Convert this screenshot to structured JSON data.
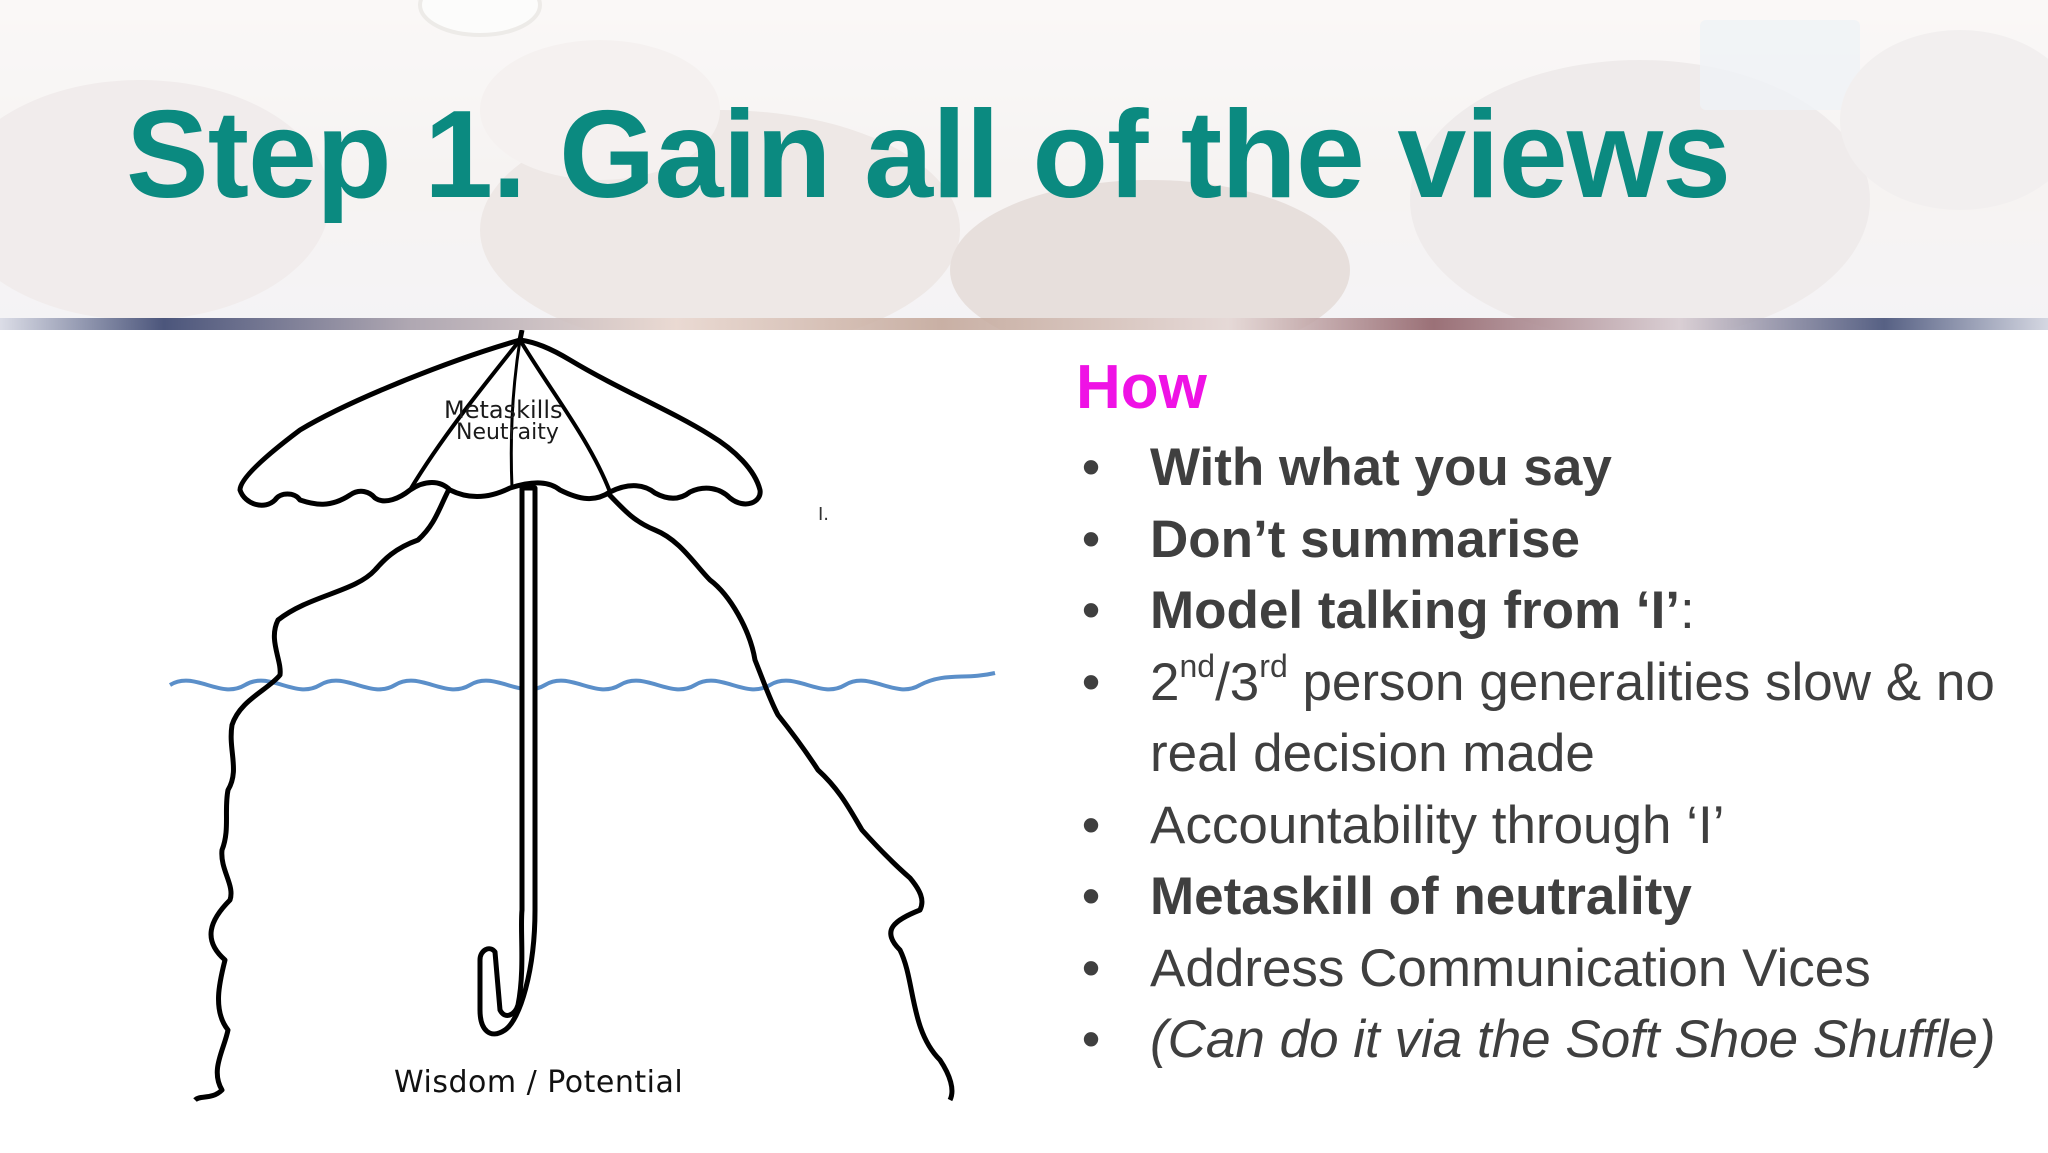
{
  "slide": {
    "title": "Step 1. Gain all of the views"
  },
  "illustration": {
    "umbrella_label_line1": "Metaskills",
    "umbrella_label_line2": "Neutraity",
    "caption": "Wisdom / Potential",
    "stray_mark": "I."
  },
  "how": {
    "heading": "How",
    "bullets": [
      {
        "text": "With what you say"
      },
      {
        "text": "Don’t summarise"
      },
      {
        "bold": "Model talking from ‘I’",
        "suffix": ":"
      },
      {
        "base1": "2",
        "sup1": "nd",
        "mid": "/3",
        "sup2": "rd",
        "rest": " person generalities slow & no real decision made"
      },
      {
        "text": "Accountability through ‘I’"
      },
      {
        "text": "Metaskill of neutrality"
      },
      {
        "text": "Address Communication Vices"
      },
      {
        "text": "(Can do it via the Soft Shoe Shuffle)"
      }
    ]
  },
  "colors": {
    "title": "#0b8a80",
    "how_heading": "#ef12e5",
    "body_text": "#3f3f3f",
    "water_line": "#5b8fc9"
  }
}
